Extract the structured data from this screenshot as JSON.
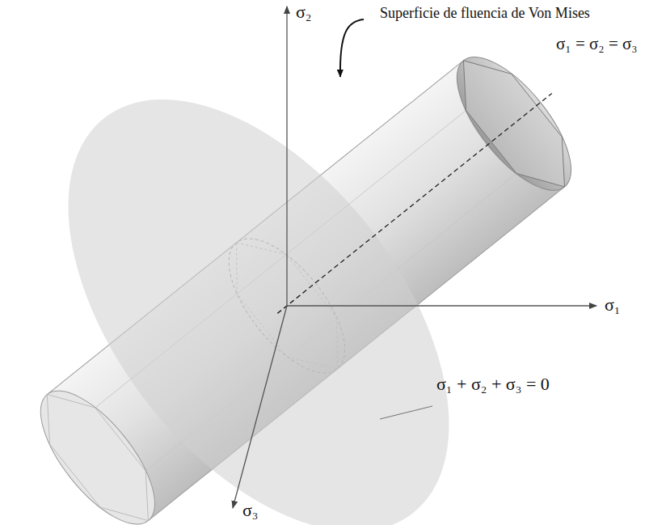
{
  "diagram": {
    "labels": [
      "σ₂",
      "Superficie de fluencia de Von Mises",
      "σ₁ = σ₂ = σ₃",
      "σ₁",
      "σ₁ + σ₂ + σ₃ = 0",
      "σ₃"
    ]
  }
}
